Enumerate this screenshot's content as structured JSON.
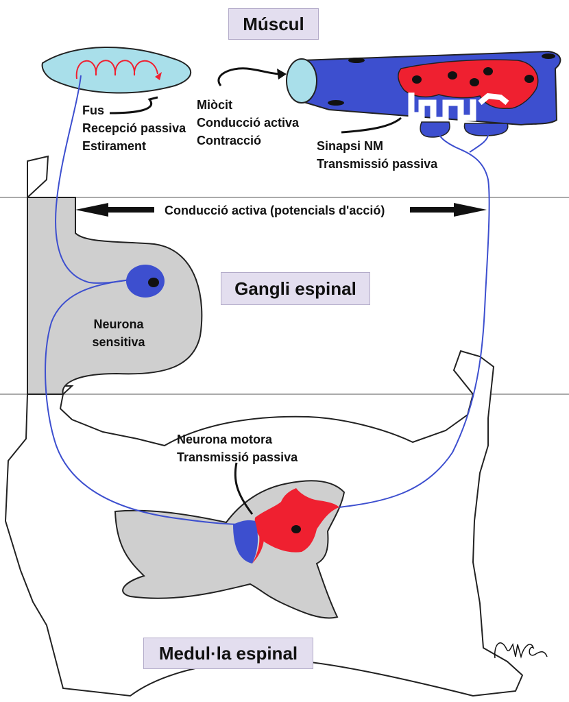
{
  "titles": {
    "muscle": "Múscul",
    "ganglion": "Gangli espinal",
    "spinal_cord": "Medul·la espinal"
  },
  "labels": {
    "spindle": [
      "Fus",
      "Recepció passiva",
      "Estirament"
    ],
    "myocyte": [
      "Miòcit",
      "Conducció activa",
      "Contracció"
    ],
    "synapse": [
      "Sinapsi NM",
      "Transmissió passiva"
    ],
    "conduction": "Conducció activa (potencials d'acció)",
    "sensory_neuron": [
      "Neurona",
      "sensitiva"
    ],
    "motor_neuron": [
      "Neurona motora",
      "Transmissió passiva"
    ]
  },
  "signature": "f.m.H. 2c",
  "colors": {
    "neuron_blue": "#3d4fcf",
    "muscle_red": "#ef2030",
    "spindle_fill": "#a9dfea",
    "grey_matter": "#cfcfcf",
    "title_bg": "#e3deef"
  }
}
